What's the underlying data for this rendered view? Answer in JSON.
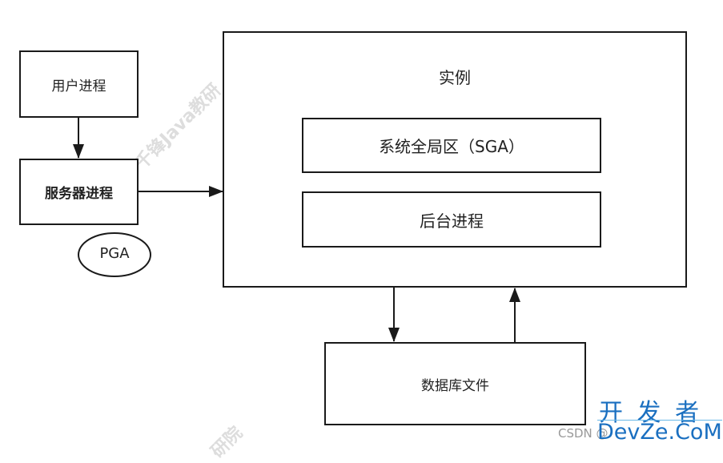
{
  "nodes": {
    "user_process": "用户进程",
    "server_process": "服务器进程",
    "pga": "PGA",
    "instance": "实例",
    "sga": "系统全局区（SGA）",
    "background_process": "后台进程",
    "db_files": "数据库文件"
  },
  "watermarks": {
    "diagonal": "千锋Java教研",
    "bottom": "研院",
    "site_cn": "开 发 者",
    "site_en": "DevZe.CoM",
    "csdn": "CSDN @"
  }
}
